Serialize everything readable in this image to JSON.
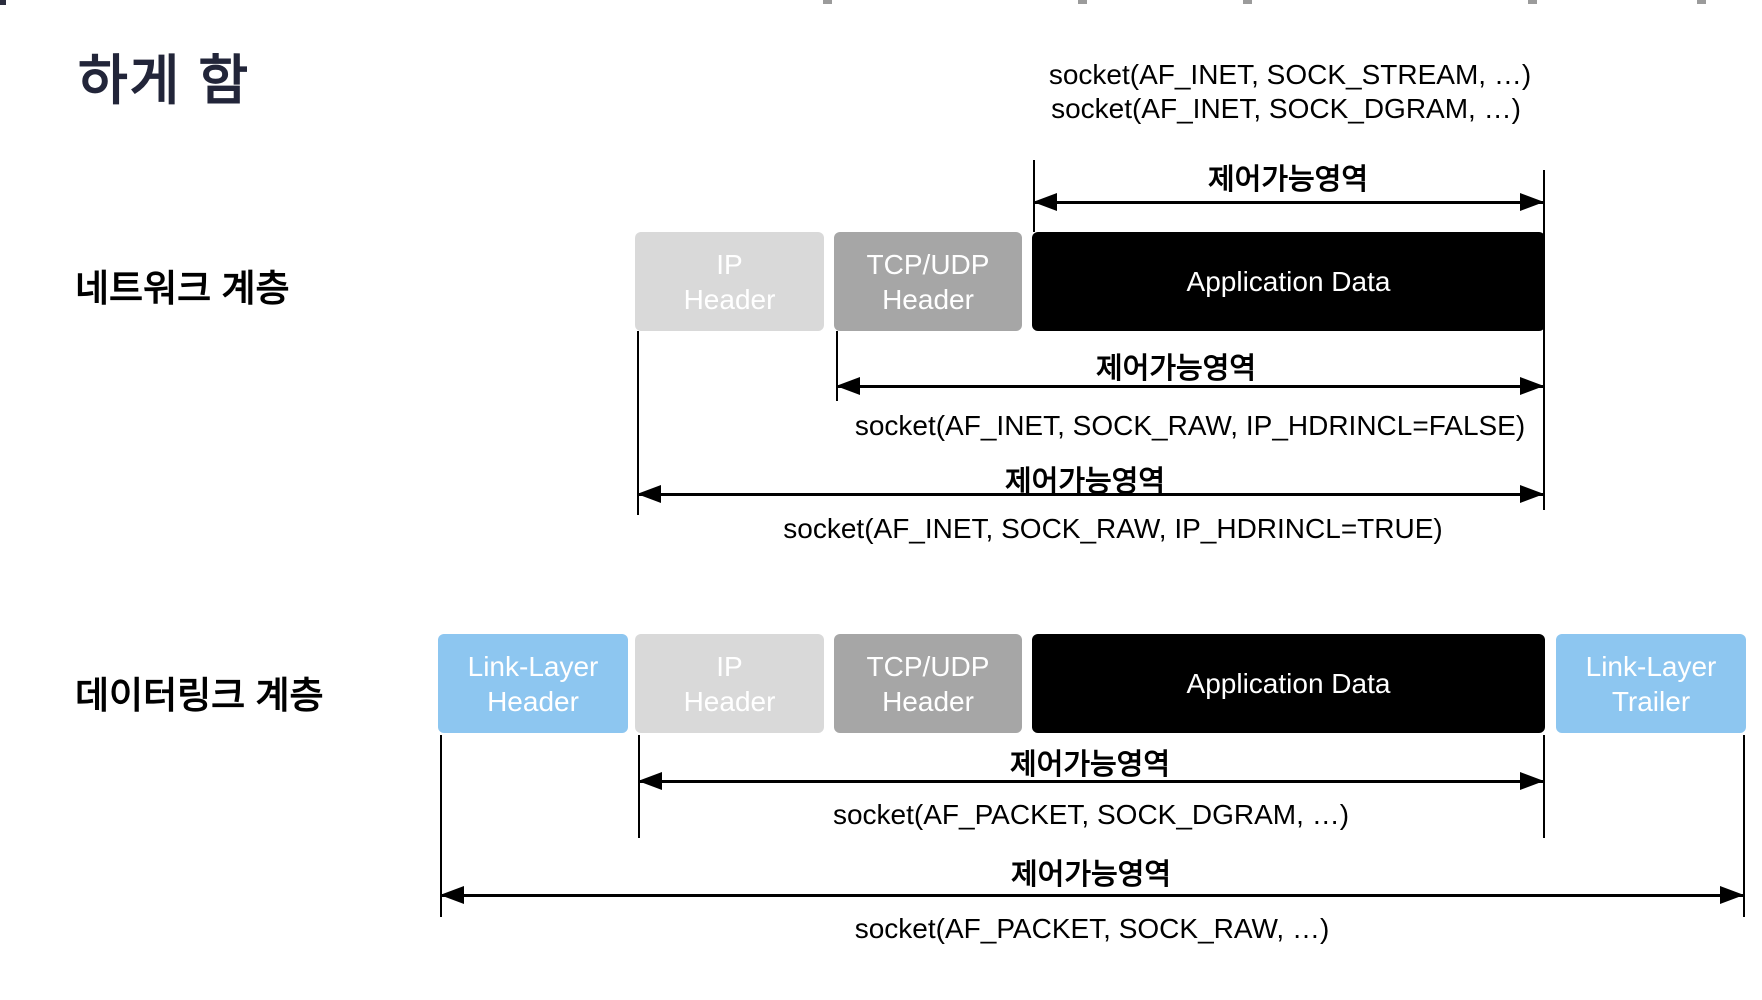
{
  "slide": {
    "title": "하게 함"
  },
  "colors": {
    "title_text": "#222539",
    "ip_header_fill": "#D9D9D9",
    "tcp_udp_header_fill": "#A6A6A6",
    "application_data_fill": "#000000",
    "link_layer_fill": "#8DC6F0",
    "box_text": "#FFFFFF",
    "annotation_text": "#000000"
  },
  "network_layer": {
    "label": "네트워크 계층",
    "socket_stream": "socket(AF_INET, SOCK_STREAM, …)",
    "socket_dgram": "socket(AF_INET, SOCK_DGRAM, …)",
    "control_label_top": "제어가능영역",
    "control_label_mid": "제어가능영역",
    "socket_raw_false": "socket(AF_INET, SOCK_RAW, IP_HDRINCL=FALSE)",
    "control_label_bottom": "제어가능영역",
    "socket_raw_true": "socket(AF_INET, SOCK_RAW, IP_HDRINCL=TRUE)",
    "boxes": [
      {
        "name": "ip-header",
        "line1": "IP",
        "line2": "Header",
        "fill": "#D9D9D9"
      },
      {
        "name": "tcp-udp-header",
        "line1": "TCP/UDP",
        "line2": "Header",
        "fill": "#A6A6A6"
      },
      {
        "name": "application-data",
        "line1": "Application Data",
        "fill": "#000000"
      }
    ]
  },
  "datalink_layer": {
    "label": "데이터링크 계층",
    "control_label_top": "제어가능영역",
    "socket_packet_dgram": "socket(AF_PACKET, SOCK_DGRAM, …)",
    "control_label_bottom": "제어가능영역",
    "socket_packet_raw": "socket(AF_PACKET, SOCK_RAW, …)",
    "boxes": [
      {
        "name": "link-layer-header",
        "line1": "Link-Layer",
        "line2": "Header",
        "fill": "#8DC6F0"
      },
      {
        "name": "ip-header",
        "line1": "IP",
        "line2": "Header",
        "fill": "#D9D9D9"
      },
      {
        "name": "tcp-udp-header",
        "line1": "TCP/UDP",
        "line2": "Header",
        "fill": "#A6A6A6"
      },
      {
        "name": "application-data",
        "line1": "Application Data",
        "fill": "#000000"
      },
      {
        "name": "link-layer-trailer",
        "line1": "Link-Layer",
        "line2": "Trailer",
        "fill": "#8DC6F0"
      }
    ]
  }
}
